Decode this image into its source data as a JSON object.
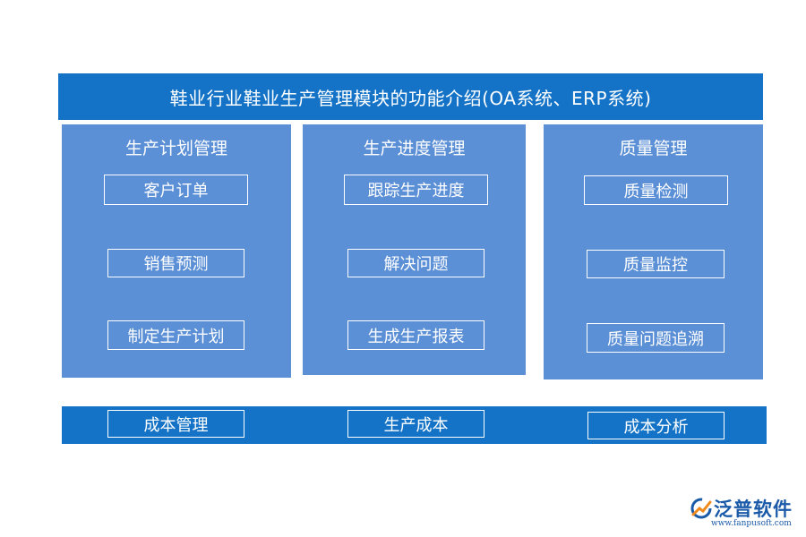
{
  "title": "鞋业行业鞋业生产管理模块的功能介绍(OA系统、ERP系统)",
  "modules": [
    {
      "title": "生产计划管理",
      "items": [
        "客户订单",
        "销售预测",
        "制定生产计划"
      ]
    },
    {
      "title": "生产进度管理",
      "items": [
        "跟踪生产进度",
        "解决问题",
        "生成生产报表"
      ]
    },
    {
      "title": "质量管理",
      "items": [
        "质量检测",
        "质量监控",
        "质量问题追溯"
      ]
    }
  ],
  "bottom_items": [
    "成本管理",
    "生产成本",
    "成本分析"
  ],
  "logo": {
    "name": "泛普软件",
    "url": "www.fanpusoft.com",
    "icon": "fanpu-logo-icon"
  },
  "colors": {
    "dark_blue": "#1473c6",
    "light_blue": "#5b8fd6",
    "text": "#ffffff",
    "logo": "#1a5aa8"
  }
}
